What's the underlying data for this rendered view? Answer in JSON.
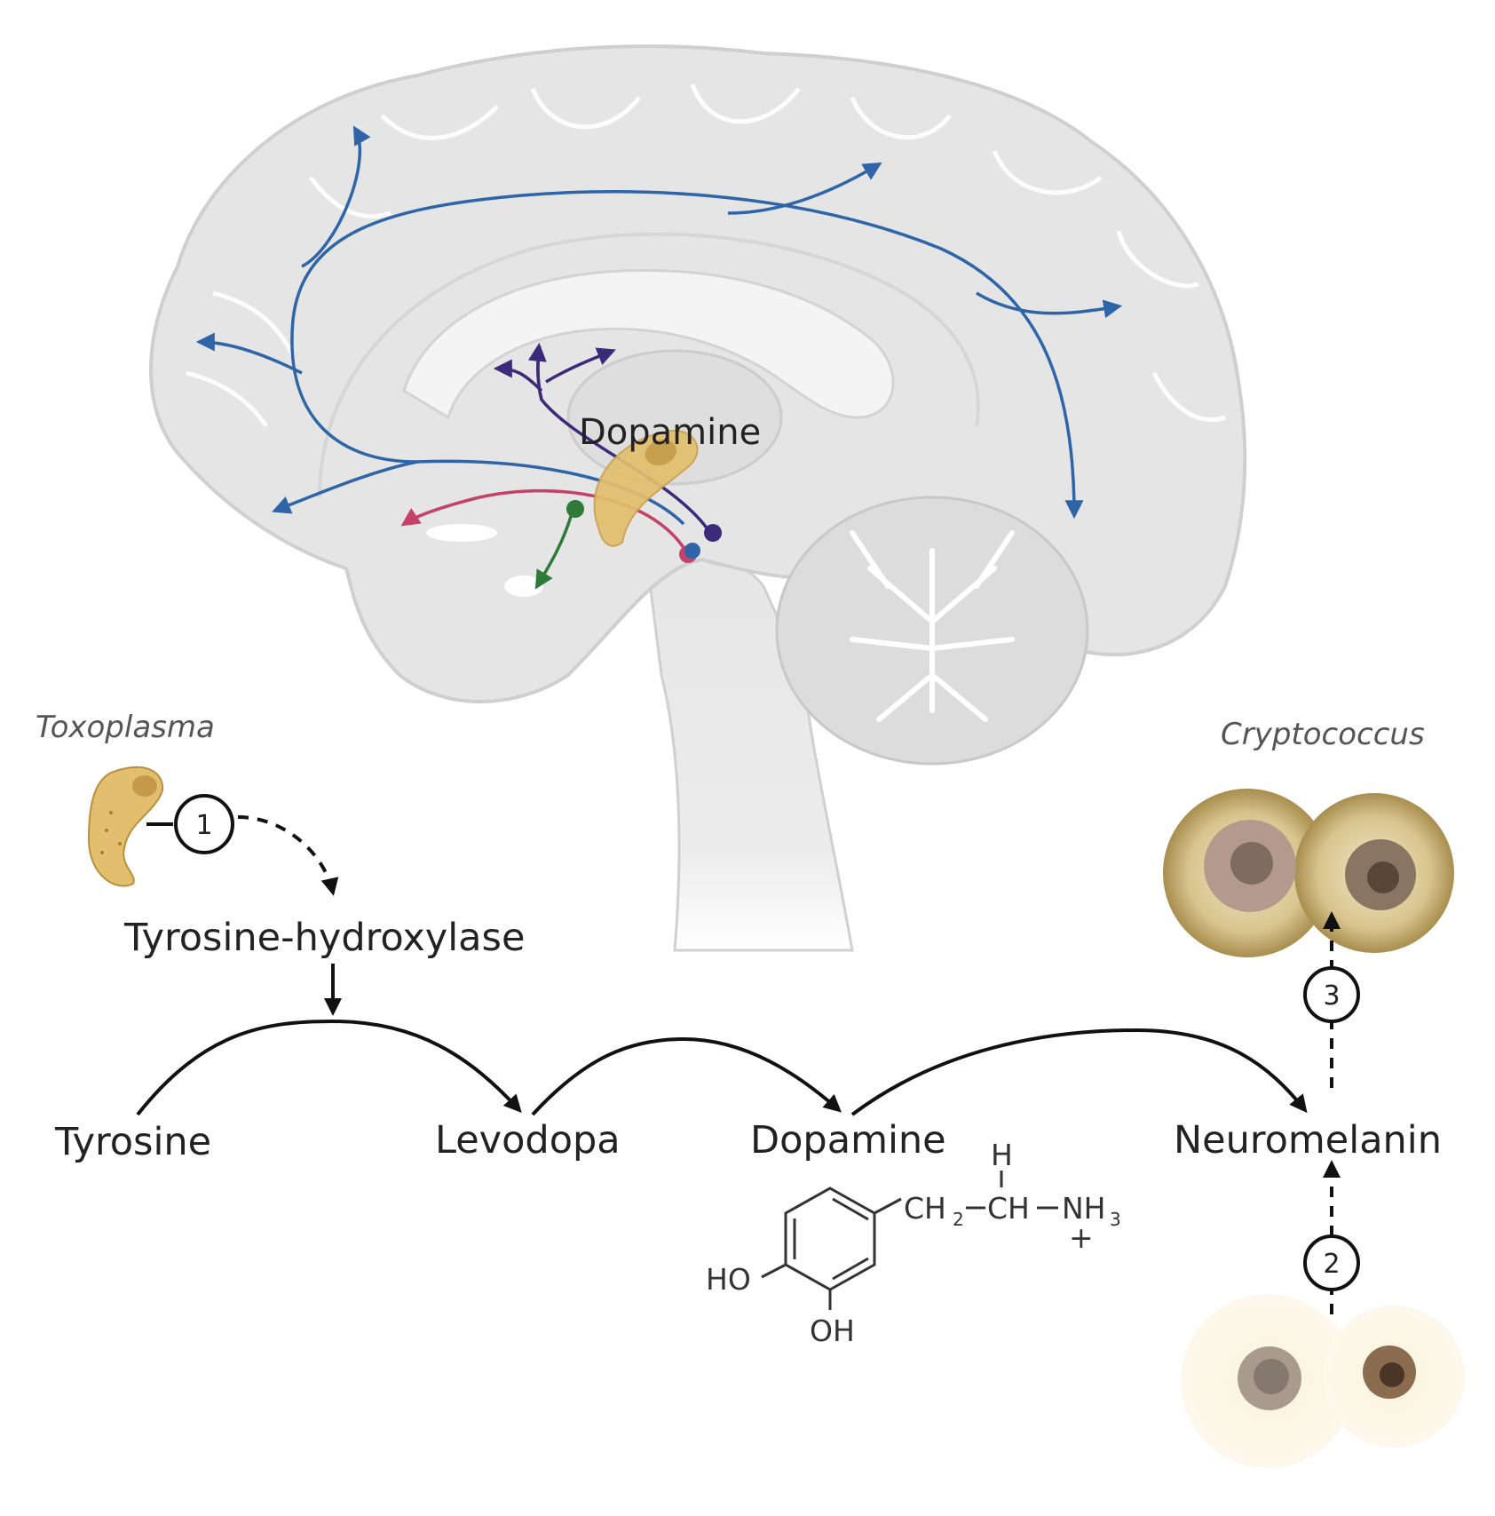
{
  "labels": {
    "brain_dopamine": "Dopamine",
    "toxoplasma": "Toxoplasma",
    "cryptococcus": "Cryptococcus",
    "enzyme": "Tyrosine-hydroxylase"
  },
  "pathway": [
    {
      "label": "Tyrosine"
    },
    {
      "label": "Levodopa"
    },
    {
      "label": "Dopamine"
    },
    {
      "label": "Neuromelanin"
    }
  ],
  "steps": [
    "1",
    "2",
    "3"
  ],
  "structure": {
    "ho": "HO",
    "oh": "OH",
    "ch2": "CH",
    "ch2_sub": "2",
    "ch": "CH",
    "nh3": "NH",
    "nh3_sub": "3",
    "h": "H",
    "charge": "+"
  },
  "colors": {
    "mesocortical": "#2e65a8",
    "mesolimbic": "#c4416a",
    "nigrostriatal": "#3b2a7a",
    "tuberoinfundibular": "#2f7a38",
    "parasite": "#e2bf6e",
    "brain": "#e4e4e4"
  }
}
